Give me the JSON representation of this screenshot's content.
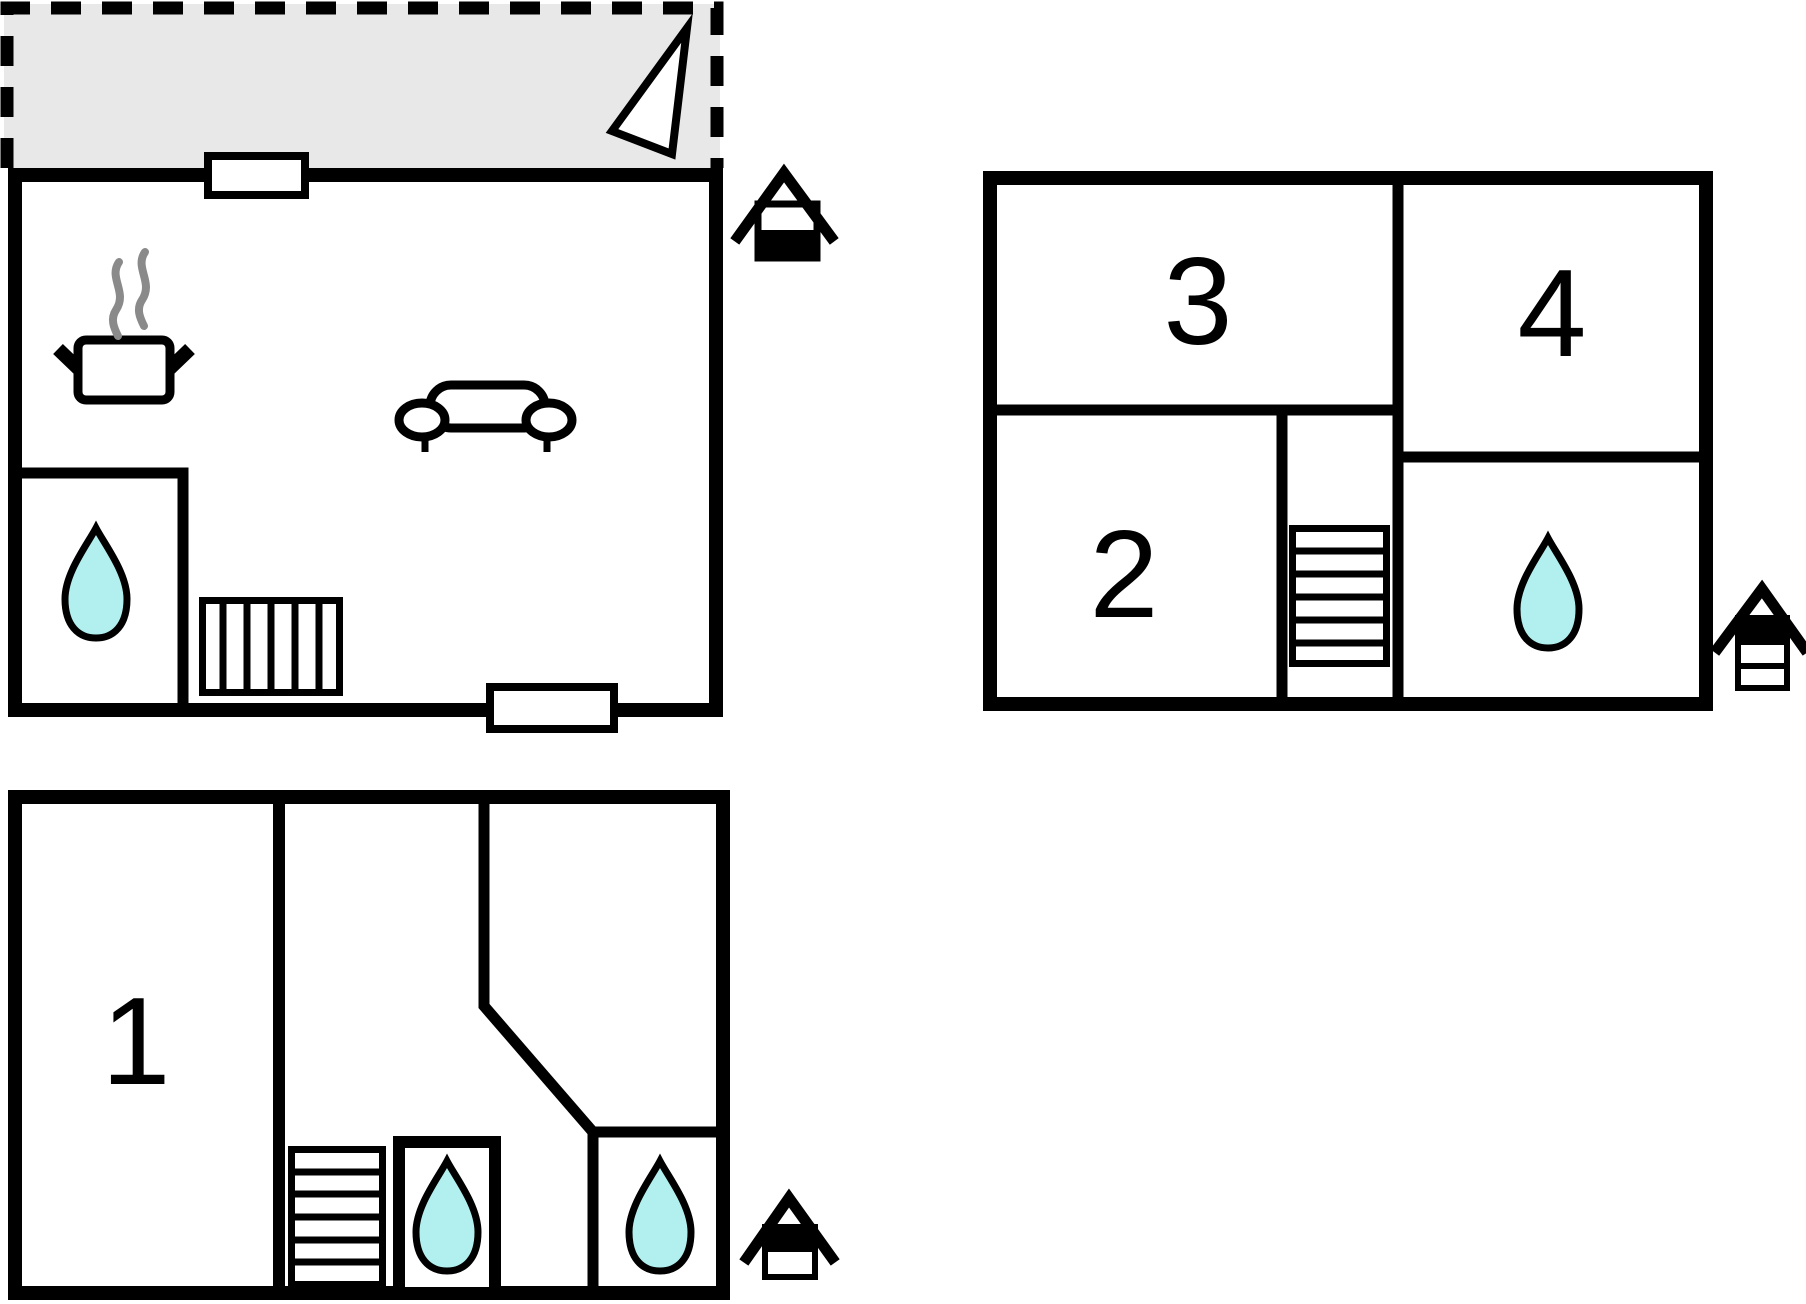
{
  "colors": {
    "wall": "#000000",
    "background": "#ffffff",
    "terrace_fill": "#e8e8e8",
    "water_drop_fill": "#b2f0f0",
    "water_drop_stroke": "#000000",
    "steam": "#8a8a8a"
  },
  "plans": {
    "ground_floor": {
      "rooms": [],
      "icons": {
        "terrace": "dashed-gray-terrace",
        "direction_arrow": "direction-arrow",
        "kitchen": "steaming-pot",
        "living_room": "sofa",
        "bathroom": "water-drop",
        "stairs": "staircase-6-steps",
        "windows": 2
      },
      "level_marker": {
        "bands": 2,
        "filled_band": "bottom"
      }
    },
    "upper_floor": {
      "rooms": [
        {
          "label": "3"
        },
        {
          "label": "4"
        },
        {
          "label": "2"
        }
      ],
      "icons": {
        "bathroom": "water-drop",
        "stairs": "staircase-6-steps"
      },
      "level_marker": {
        "bands": 3,
        "filled_band": "top"
      }
    },
    "lower_floor": {
      "rooms": [
        {
          "label": "1"
        }
      ],
      "icons": {
        "bathroom_middle": "water-drop",
        "bathroom_right": "water-drop",
        "stairs": "staircase-6-steps"
      },
      "level_marker": {
        "bands": 2,
        "filled_band": "top"
      }
    }
  }
}
